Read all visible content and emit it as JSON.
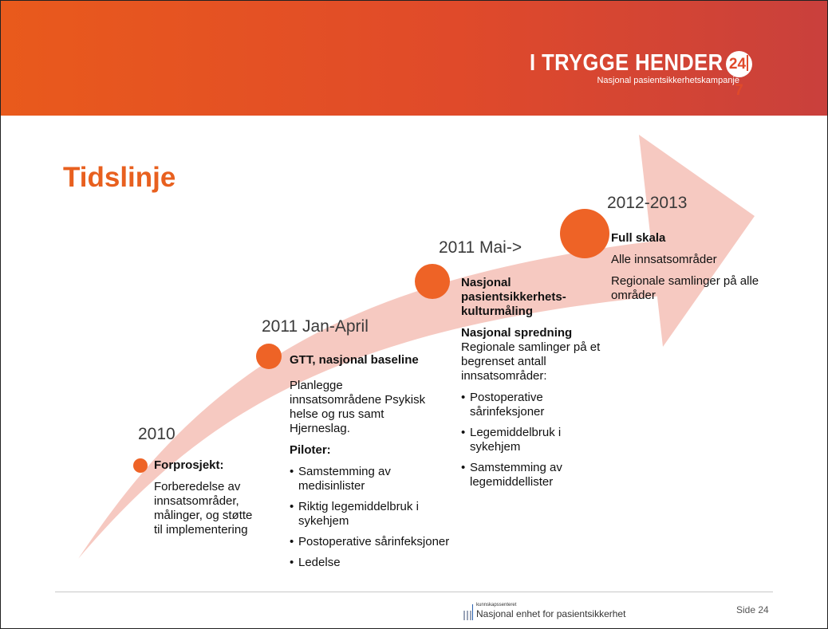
{
  "header": {
    "logo_title": "I TRYGGE HENDER",
    "logo_badge_left": "24",
    "logo_badge_right": "7",
    "logo_subtitle": "Nasjonal pasientsikkerhetskampanje",
    "color": "#e35322"
  },
  "slide_title": "Tidslinje",
  "accent_color": "#ee6326",
  "arrow_color": "#f6c9c1",
  "timeline": [
    {
      "year": "2010",
      "heading": "Forprosjekt:",
      "body": "Forberedelse av innsatsområder, målinger, og støtte til implementering"
    },
    {
      "year": "2011 Jan-April",
      "heading": "GTT, nasjonal baseline",
      "body": "Planlegge innsatsområdene Psykisk helse og rus samt Hjerneslag.",
      "subheading": "Piloter:",
      "bullets": [
        "Samstemming av medisinlister",
        "Riktig legemiddelbruk i sykehjem",
        "Postoperative sårinfeksjoner",
        "Ledelse"
      ]
    },
    {
      "year": "2011 Mai->",
      "heading": "Nasjonal pasientsikkerhets-kulturmåling",
      "subheading": "Nasjonal spredning",
      "body": "Regionale samlinger på et begrenset antall innsatsområder:",
      "bullets": [
        "Postoperative sårinfeksjoner",
        "Legemiddelbruk i sykehjem",
        "Samstemming av legemiddellister"
      ]
    },
    {
      "year": "2012-2013",
      "heading": "Full skala",
      "line1": "Alle innsatsområder",
      "line2": "Regionale samlinger på alle områder"
    }
  ],
  "footer": {
    "org_small": "kunnskapssenteret",
    "org_main": "Nasjonal enhet for pasientsikkerhet",
    "page": "Side 24"
  }
}
